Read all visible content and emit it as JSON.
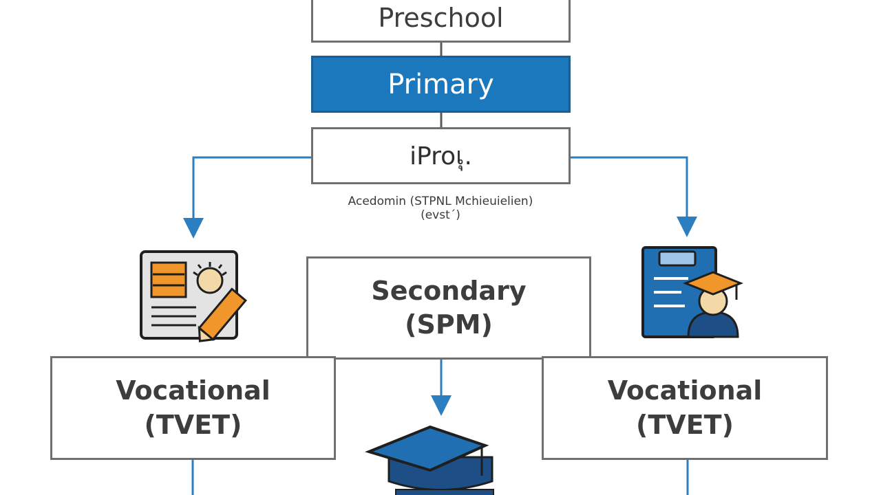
{
  "nodes": {
    "preschool": "Preschool",
    "primary": "Primary",
    "pro": "iProเุ.",
    "secondary_line1": "Secondary",
    "secondary_line2": "(SPM)",
    "vocational_left_line1": "Vocational",
    "vocational_left_line2": "(TVET)",
    "vocational_right_line1": "Vocational",
    "vocational_right_line2": "(TVET)"
  },
  "caption": {
    "line1": "Acedomin (STPNL Mchieuielien)",
    "line2": "(evst´)"
  },
  "colors": {
    "primary_fill": "#1b78bd",
    "connector_blue": "#2b7fc0",
    "connector_gray": "#5a5a5a",
    "icon_orange": "#f0962a",
    "icon_navy": "#1d4f86"
  },
  "icons": [
    "document-pencil-icon",
    "student-clipboard-icon",
    "graduation-cap-icon"
  ]
}
